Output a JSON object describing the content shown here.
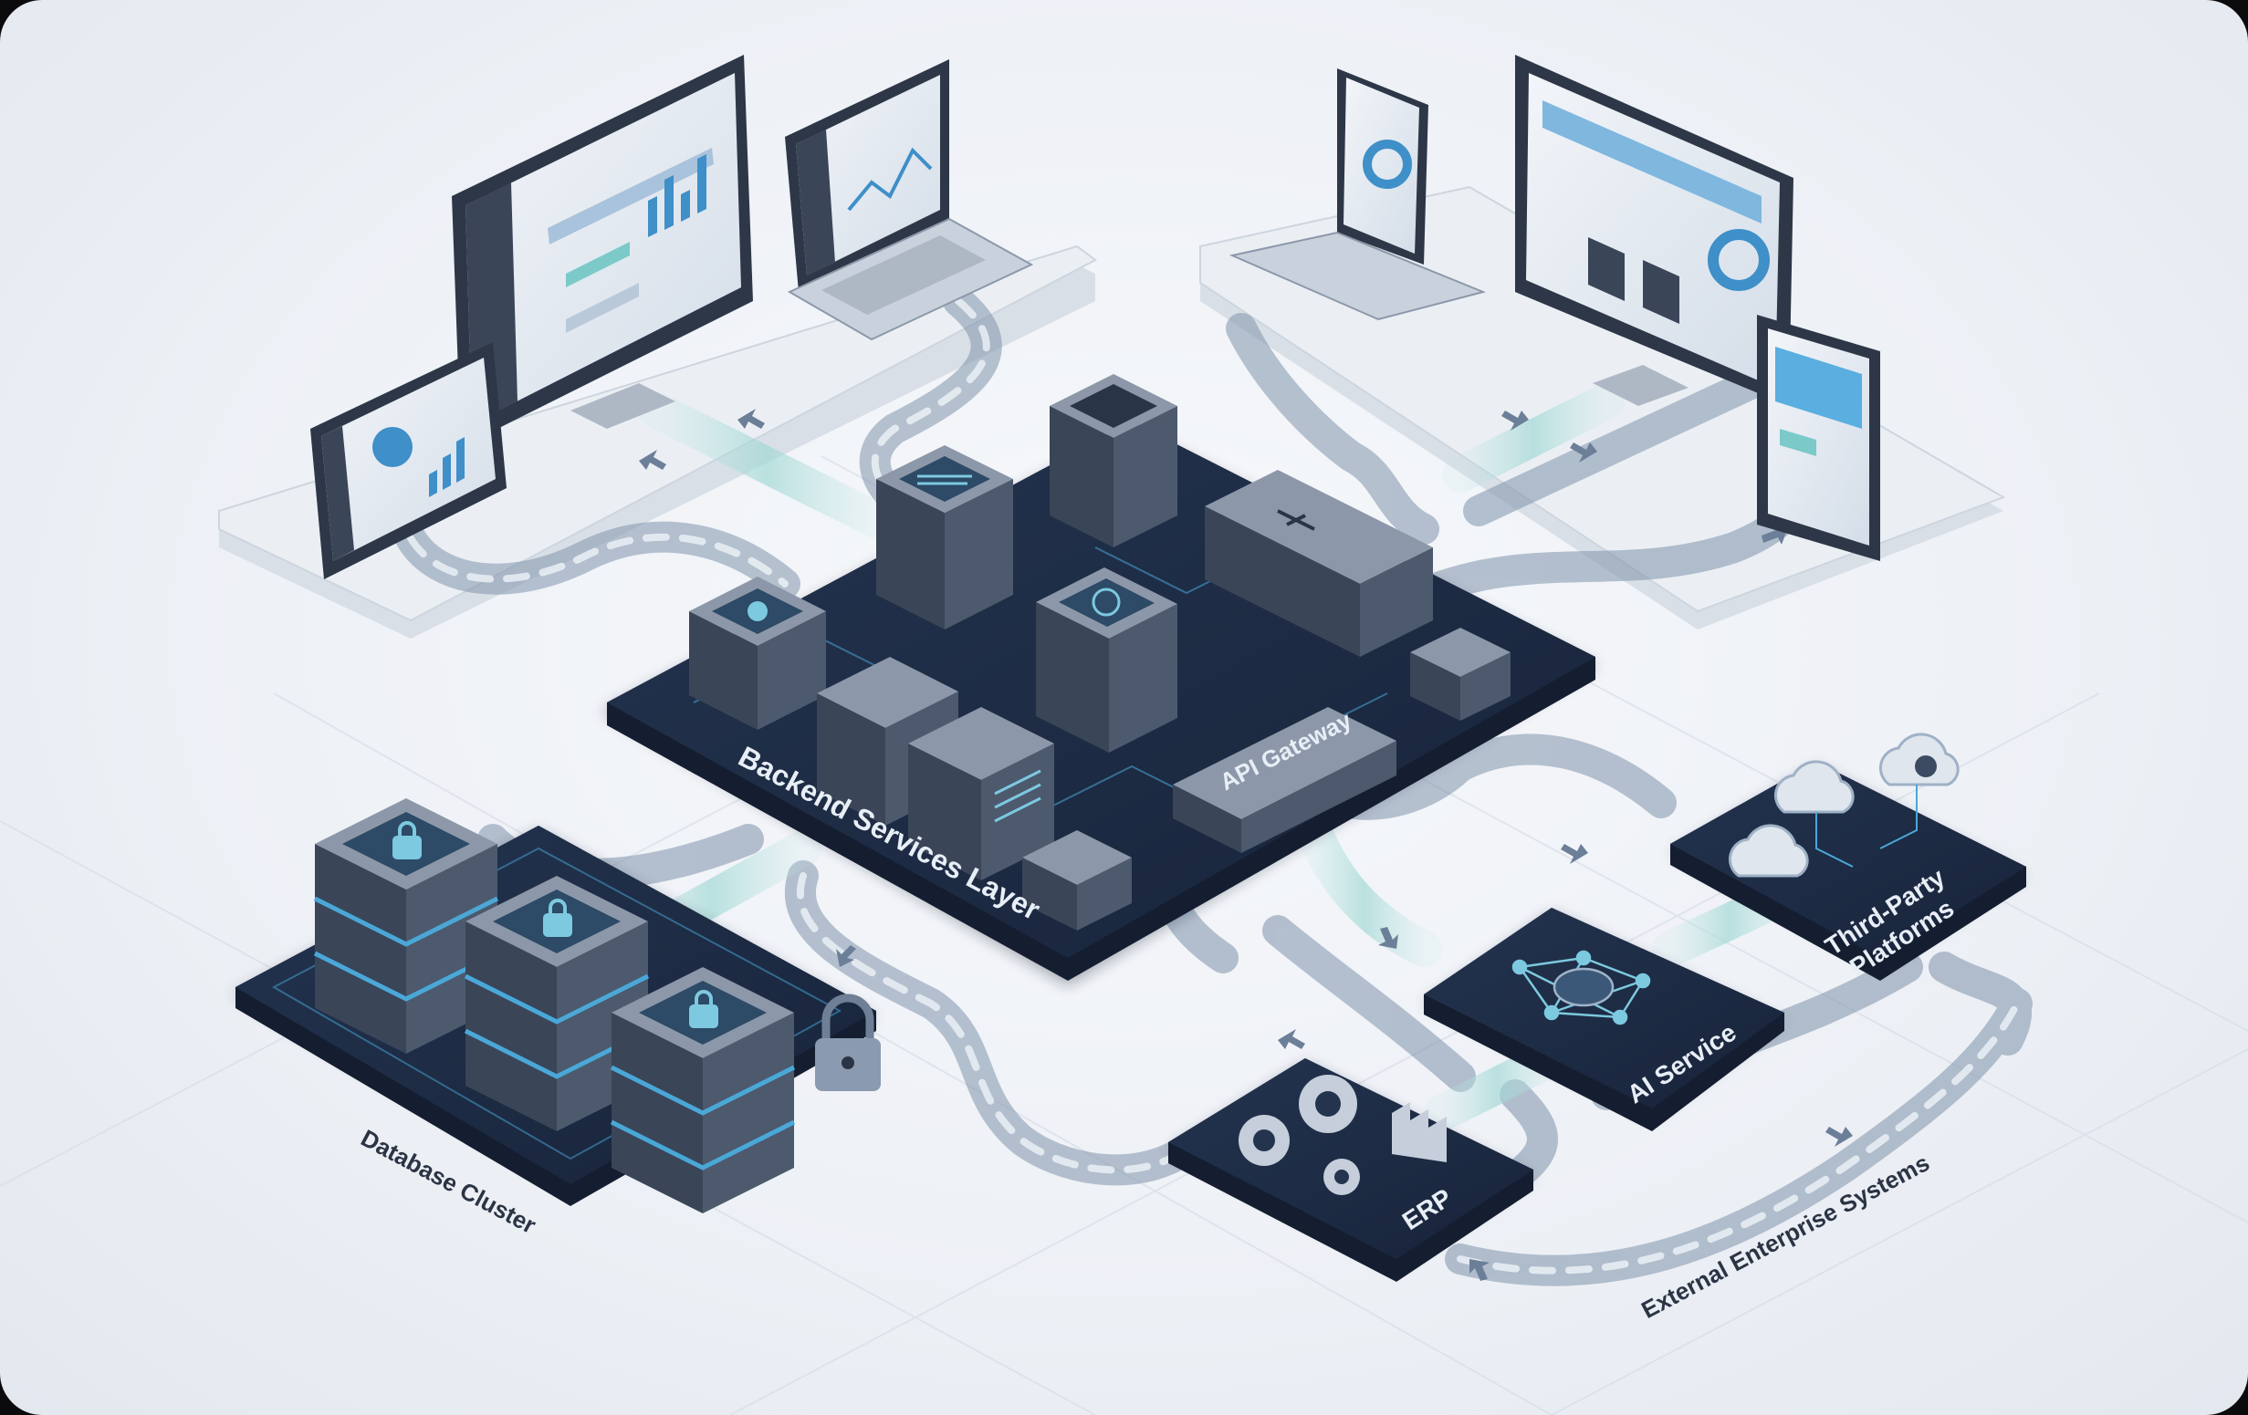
{
  "labels": {
    "backend": "Backend Services Layer",
    "gateway": "API Gateway",
    "database": "Database Cluster",
    "ai": "AI Service",
    "third_party_line1": "Third-Party",
    "third_party_line2": "Platforms",
    "erp": "ERP",
    "external": "External Enterprise Systems"
  },
  "icons": {
    "lock": "padlock",
    "brain": "brain-network",
    "gears": "gears",
    "factory": "factory",
    "cloud": "cloud"
  },
  "colors": {
    "background": "#eef1f6",
    "platform_dark": "#1e2c44",
    "platform_edge": "#141e30",
    "device_frame": "#2d3747",
    "screen": "#e4eaf2",
    "accent_blue": "#4aa8d8",
    "accent_teal": "#7cc9c9",
    "path_fill": "#9fb1c6",
    "path_glow": "#a8dcd8"
  }
}
